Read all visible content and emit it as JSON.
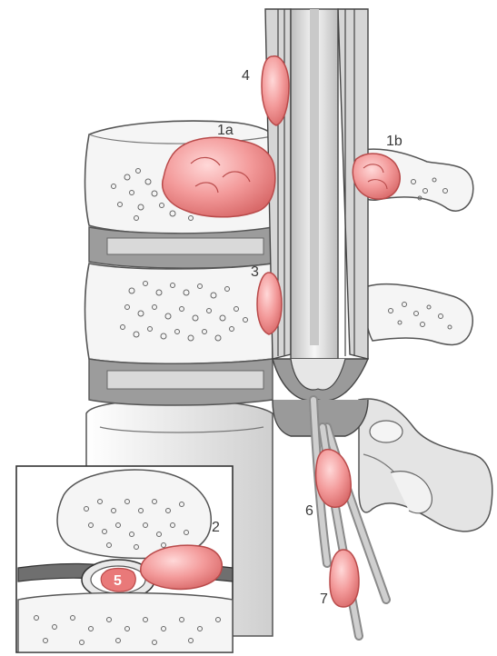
{
  "labels": {
    "l1a": "1a",
    "l1b": "1b",
    "l2": "2",
    "l3": "3",
    "l4": "4",
    "l5": "5",
    "l6": "6",
    "l7": "7"
  },
  "colors": {
    "tumor": "#f08a8a",
    "tumor_highlight": "#ffd2d2",
    "tumor_outline": "#b94a4a",
    "bone": "#f2f2f2",
    "bone_outline": "#555555",
    "disc": "#bdbdbd",
    "dura": "#9a9a9a",
    "cord_core": "#efefef",
    "shadow": "#d9d9d9"
  }
}
